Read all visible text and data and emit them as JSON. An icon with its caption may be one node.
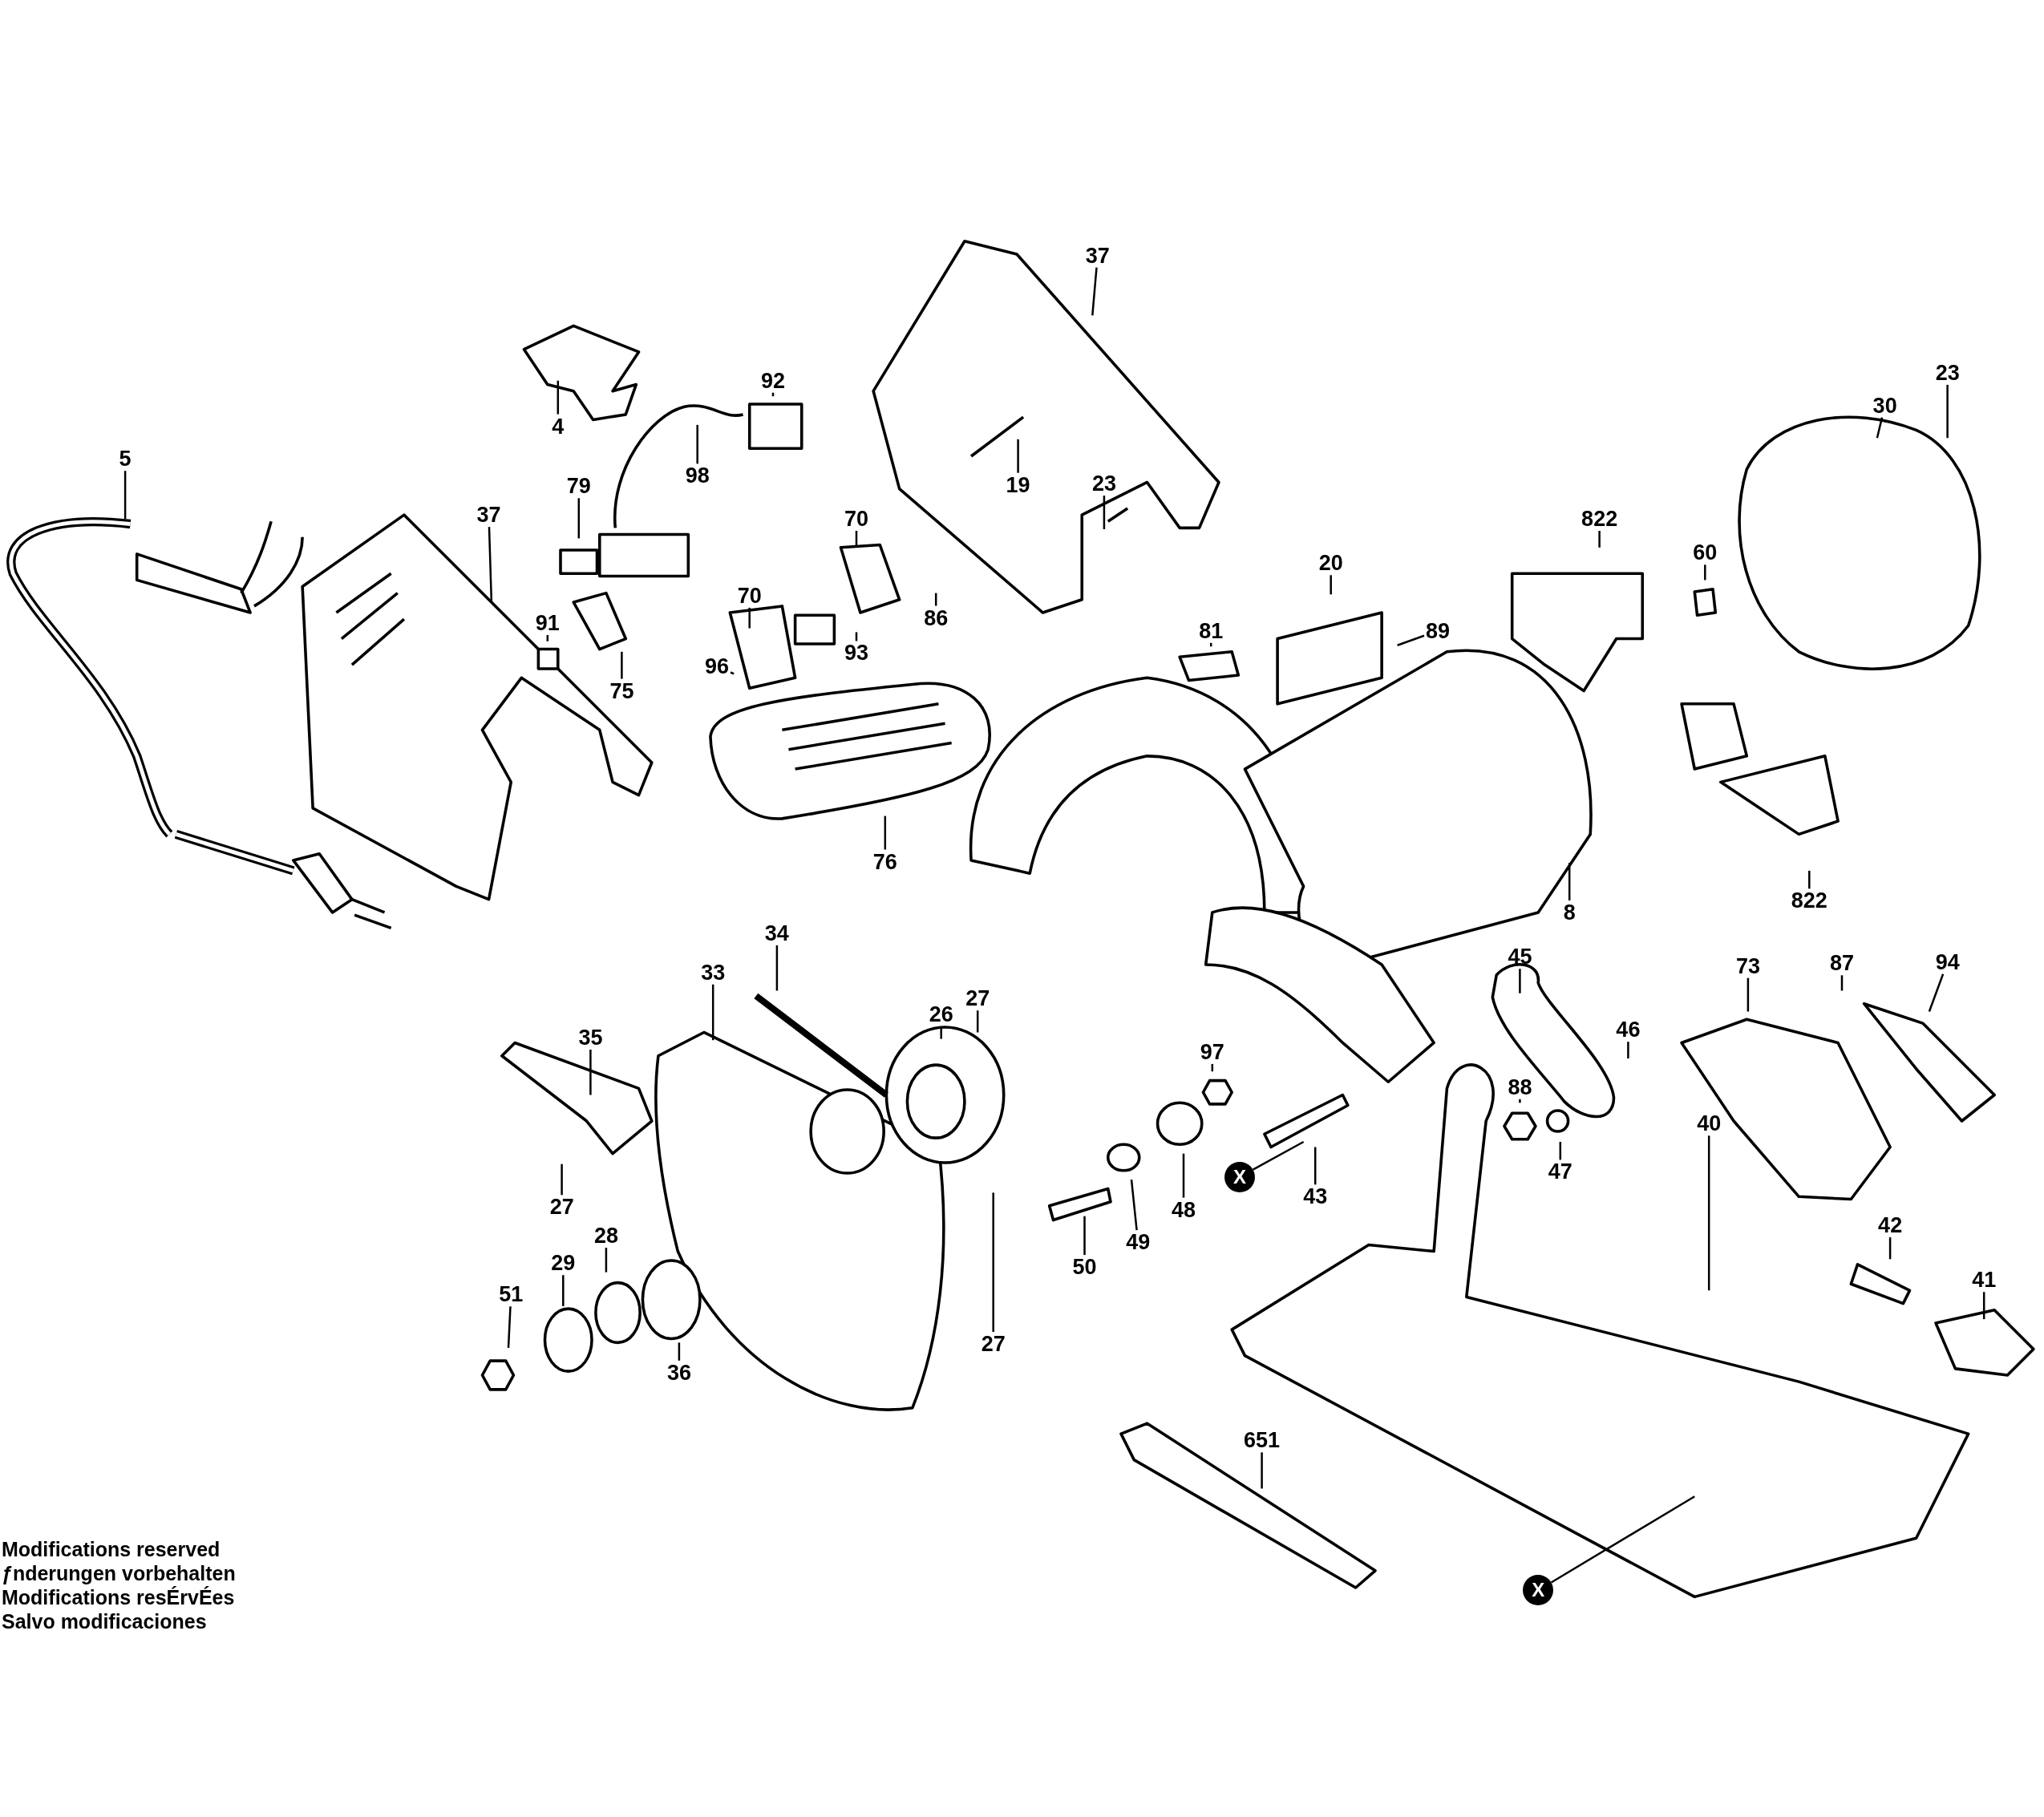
{
  "diagram": {
    "nodes": [
      {
        "text": [
          "5"
        ]
      },
      {
        "text": [
          "4"
        ]
      },
      {
        "text": [
          "92"
        ]
      },
      {
        "text": [
          "98"
        ]
      },
      {
        "text": [
          "79"
        ]
      },
      {
        "text": [
          "37"
        ]
      },
      {
        "text": [
          "91"
        ]
      },
      {
        "text": [
          "75"
        ]
      },
      {
        "text": [
          "70"
        ]
      },
      {
        "text": [
          "96"
        ]
      },
      {
        "text": [
          "37"
        ]
      },
      {
        "text": [
          "19"
        ]
      },
      {
        "text": [
          "23"
        ]
      },
      {
        "text": [
          "70"
        ]
      },
      {
        "text": [
          "86"
        ]
      },
      {
        "text": [
          "93"
        ]
      },
      {
        "text": [
          "76"
        ]
      },
      {
        "text": [
          "20"
        ]
      },
      {
        "text": [
          "81"
        ]
      },
      {
        "text": [
          "89"
        ]
      },
      {
        "text": [
          "822"
        ]
      },
      {
        "text": [
          "23"
        ]
      },
      {
        "text": [
          "30"
        ]
      },
      {
        "text": [
          "60"
        ]
      },
      {
        "text": [
          "8"
        ]
      },
      {
        "text": [
          "822"
        ]
      },
      {
        "text": [
          "34"
        ]
      },
      {
        "text": [
          "33"
        ]
      },
      {
        "text": [
          "35"
        ]
      },
      {
        "text": [
          "26"
        ]
      },
      {
        "text": [
          "27"
        ]
      },
      {
        "text": [
          "97"
        ]
      },
      {
        "text": [
          "45"
        ]
      },
      {
        "text": [
          "46"
        ]
      },
      {
        "text": [
          "73"
        ]
      },
      {
        "text": [
          "87"
        ]
      },
      {
        "text": [
          "94"
        ]
      },
      {
        "text": [
          "88"
        ]
      },
      {
        "text": [
          "47"
        ]
      },
      {
        "text": [
          "40"
        ]
      },
      {
        "text": [
          "27"
        ]
      },
      {
        "text": [
          "43"
        ]
      },
      {
        "text": [
          "48"
        ]
      },
      {
        "text": [
          "49"
        ]
      },
      {
        "text": [
          "50"
        ]
      },
      {
        "text": [
          "27"
        ]
      },
      {
        "text": [
          "42"
        ]
      },
      {
        "text": [
          "41"
        ]
      },
      {
        "text": [
          "28"
        ]
      },
      {
        "text": [
          "29"
        ]
      },
      {
        "text": [
          "51"
        ]
      },
      {
        "text": [
          "36"
        ]
      },
      {
        "text": [
          "651"
        ]
      },
      {
        "text": [
          "X"
        ]
      },
      {
        "text": [
          "X"
        ]
      }
    ],
    "edges": [
      {
        "from": 0,
        "to": null,
        "arrow": "none"
      },
      {
        "from": 1,
        "to": null,
        "arrow": "none"
      },
      {
        "from": 2,
        "to": null,
        "arrow": "none"
      },
      {
        "from": 3,
        "to": null,
        "arrow": "none"
      },
      {
        "from": 4,
        "to": null,
        "arrow": "none"
      },
      {
        "from": 5,
        "to": null,
        "arrow": "none"
      },
      {
        "from": 6,
        "to": null,
        "arrow": "none"
      },
      {
        "from": 7,
        "to": null,
        "arrow": "none"
      },
      {
        "from": 8,
        "to": null,
        "arrow": "none"
      },
      {
        "from": 9,
        "to": null,
        "arrow": "none"
      },
      {
        "from": 10,
        "to": null,
        "arrow": "none"
      },
      {
        "from": 11,
        "to": null,
        "arrow": "none"
      },
      {
        "from": 12,
        "to": null,
        "arrow": "none"
      },
      {
        "from": 13,
        "to": null,
        "arrow": "none"
      },
      {
        "from": 14,
        "to": null,
        "arrow": "none"
      },
      {
        "from": 15,
        "to": null,
        "arrow": "none"
      },
      {
        "from": 16,
        "to": null,
        "arrow": "none"
      },
      {
        "from": 17,
        "to": null,
        "arrow": "none"
      },
      {
        "from": 18,
        "to": null,
        "arrow": "none"
      },
      {
        "from": 19,
        "to": null,
        "arrow": "none"
      },
      {
        "from": 20,
        "to": null,
        "arrow": "none"
      },
      {
        "from": 21,
        "to": null,
        "arrow": "none"
      },
      {
        "from": 22,
        "to": null,
        "arrow": "none"
      },
      {
        "from": 23,
        "to": null,
        "arrow": "none"
      },
      {
        "from": 24,
        "to": null,
        "arrow": "none"
      },
      {
        "from": 25,
        "to": null,
        "arrow": "none"
      },
      {
        "from": 26,
        "to": null,
        "arrow": "none"
      },
      {
        "from": 27,
        "to": null,
        "arrow": "none"
      },
      {
        "from": 28,
        "to": null,
        "arrow": "none"
      },
      {
        "from": 29,
        "to": null,
        "arrow": "none"
      },
      {
        "from": 30,
        "to": null,
        "arrow": "none"
      },
      {
        "from": 31,
        "to": null,
        "arrow": "none"
      },
      {
        "from": 32,
        "to": null,
        "arrow": "none"
      },
      {
        "from": 33,
        "to": null,
        "arrow": "none"
      },
      {
        "from": 34,
        "to": null,
        "arrow": "none"
      },
      {
        "from": 35,
        "to": null,
        "arrow": "none"
      },
      {
        "from": 36,
        "to": null,
        "arrow": "none"
      },
      {
        "from": 37,
        "to": null,
        "arrow": "none"
      },
      {
        "from": 38,
        "to": null,
        "arrow": "none"
      },
      {
        "from": 39,
        "to": null,
        "arrow": "none"
      },
      {
        "from": 40,
        "to": null,
        "arrow": "none"
      },
      {
        "from": 41,
        "to": null,
        "arrow": "none"
      },
      {
        "from": 42,
        "to": null,
        "arrow": "none"
      },
      {
        "from": 43,
        "to": null,
        "arrow": "none"
      },
      {
        "from": 44,
        "to": null,
        "arrow": "none"
      },
      {
        "from": 45,
        "to": null,
        "arrow": "none"
      },
      {
        "from": 46,
        "to": null,
        "arrow": "none"
      },
      {
        "from": 47,
        "to": null,
        "arrow": "none"
      },
      {
        "from": 48,
        "to": null,
        "arrow": "none"
      },
      {
        "from": 49,
        "to": null,
        "arrow": "none"
      },
      {
        "from": 50,
        "to": null,
        "arrow": "none"
      },
      {
        "from": 51,
        "to": null,
        "arrow": "none"
      },
      {
        "from": 52,
        "to": null,
        "arrow": "none"
      },
      {
        "from": 53,
        "to": null,
        "arrow": "none"
      },
      {
        "from": 54,
        "to": null,
        "arrow": "none"
      }
    ],
    "labels": [
      "Modifications reserved",
      "ƒnderungen vorbehalten",
      "Modifications resÉrvÉes",
      "Salvo modificaciones"
    ]
  }
}
